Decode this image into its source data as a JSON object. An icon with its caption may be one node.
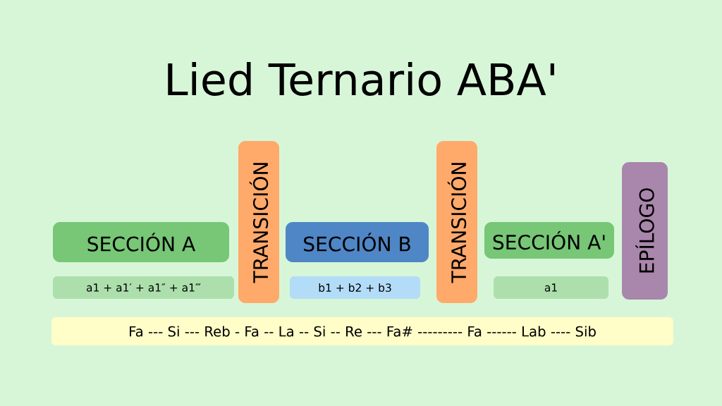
{
  "diagram": {
    "title": "Lied Ternario ABA'",
    "nodes": [
      {
        "text": [
          "SECCIÓN A"
        ]
      },
      {
        "text": [
          "TRANSICIÓN"
        ]
      },
      {
        "text": [
          "SECCIÓN B"
        ]
      },
      {
        "text": [
          "TRANSICIÓN"
        ]
      },
      {
        "text": [
          "SECCIÓN A'"
        ]
      },
      {
        "text": [
          "EPÍLOGO"
        ]
      },
      {
        "text": [
          "a1 + a1′ + a1″ + a1‴"
        ]
      },
      {
        "text": [
          "b1 + b2 + b3"
        ]
      },
      {
        "text": [
          "a1"
        ]
      },
      {
        "text": [
          "Fa --- Si --- Reb - Fa -- La -- Si -- Re --- Fa# --------- Fa ------ Lab ---- Sib"
        ]
      }
    ]
  }
}
